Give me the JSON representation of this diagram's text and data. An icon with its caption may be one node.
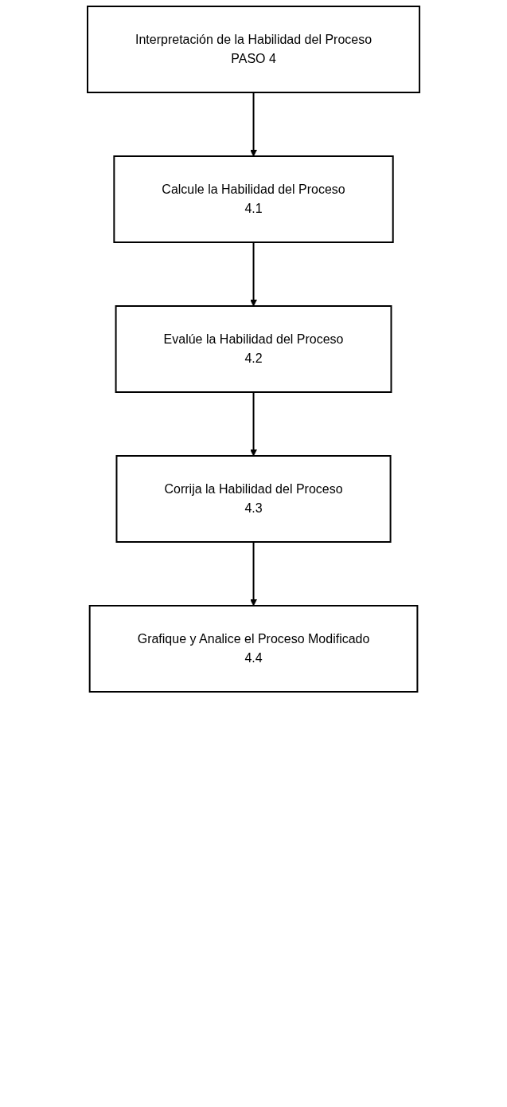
{
  "diagram": {
    "nodes": [
      {
        "text": [
          "Interpretación de la Habilidad del Proceso",
          "PASO 4"
        ]
      },
      {
        "text": [
          "Calcule la Habilidad del Proceso",
          "4.1"
        ]
      },
      {
        "text": [
          "Evalúe la Habilidad del Proceso",
          "4.2"
        ]
      },
      {
        "text": [
          "Corrija la Habilidad del Proceso",
          "4.3"
        ]
      },
      {
        "text": [
          "Grafique y Analice el Proceso Modificado",
          "4.4"
        ]
      }
    ],
    "edges": [
      {
        "from": 0,
        "to": 1,
        "arrow": "to"
      },
      {
        "from": 1,
        "to": 2,
        "arrow": "to"
      },
      {
        "from": 2,
        "to": 3,
        "arrow": "to"
      },
      {
        "from": 3,
        "to": 4,
        "arrow": "to"
      }
    ]
  }
}
